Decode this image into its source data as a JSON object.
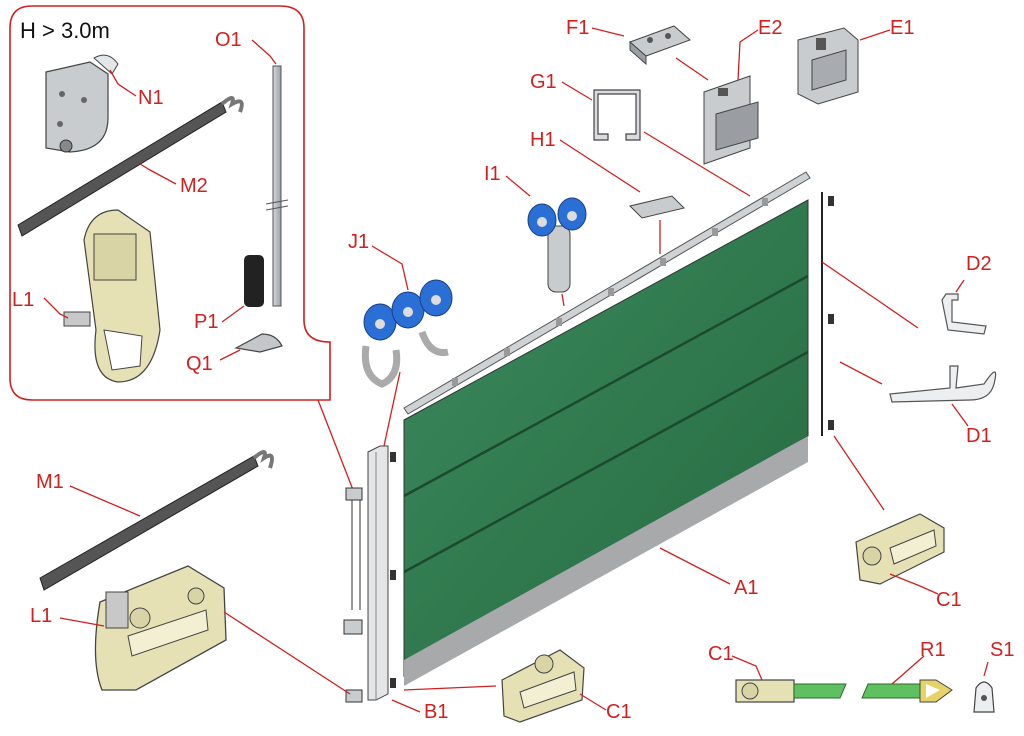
{
  "inset": {
    "note": "H > 3.0m"
  },
  "colors": {
    "callout": "#d02020",
    "tarp": "#2e7a4f",
    "roller": "#2a6fd6",
    "metal": "#b8bcc2",
    "ratchet": "#e6e1b4",
    "strap": "#5ec05e"
  },
  "labels": {
    "O1": "O1",
    "N1": "N1",
    "M2": "M2",
    "L1_inset": "L1",
    "P1": "P1",
    "Q1": "Q1",
    "F1": "F1",
    "E2": "E2",
    "E1": "E1",
    "G1": "G1",
    "H1": "H1",
    "I1": "I1",
    "J1": "J1",
    "D2": "D2",
    "D1": "D1",
    "M1": "M1",
    "L1": "L1",
    "A1": "A1",
    "C1_right": "C1",
    "C1_bottom": "C1",
    "C1_strap": "C1",
    "R1": "R1",
    "S1": "S1",
    "B1": "B1"
  }
}
